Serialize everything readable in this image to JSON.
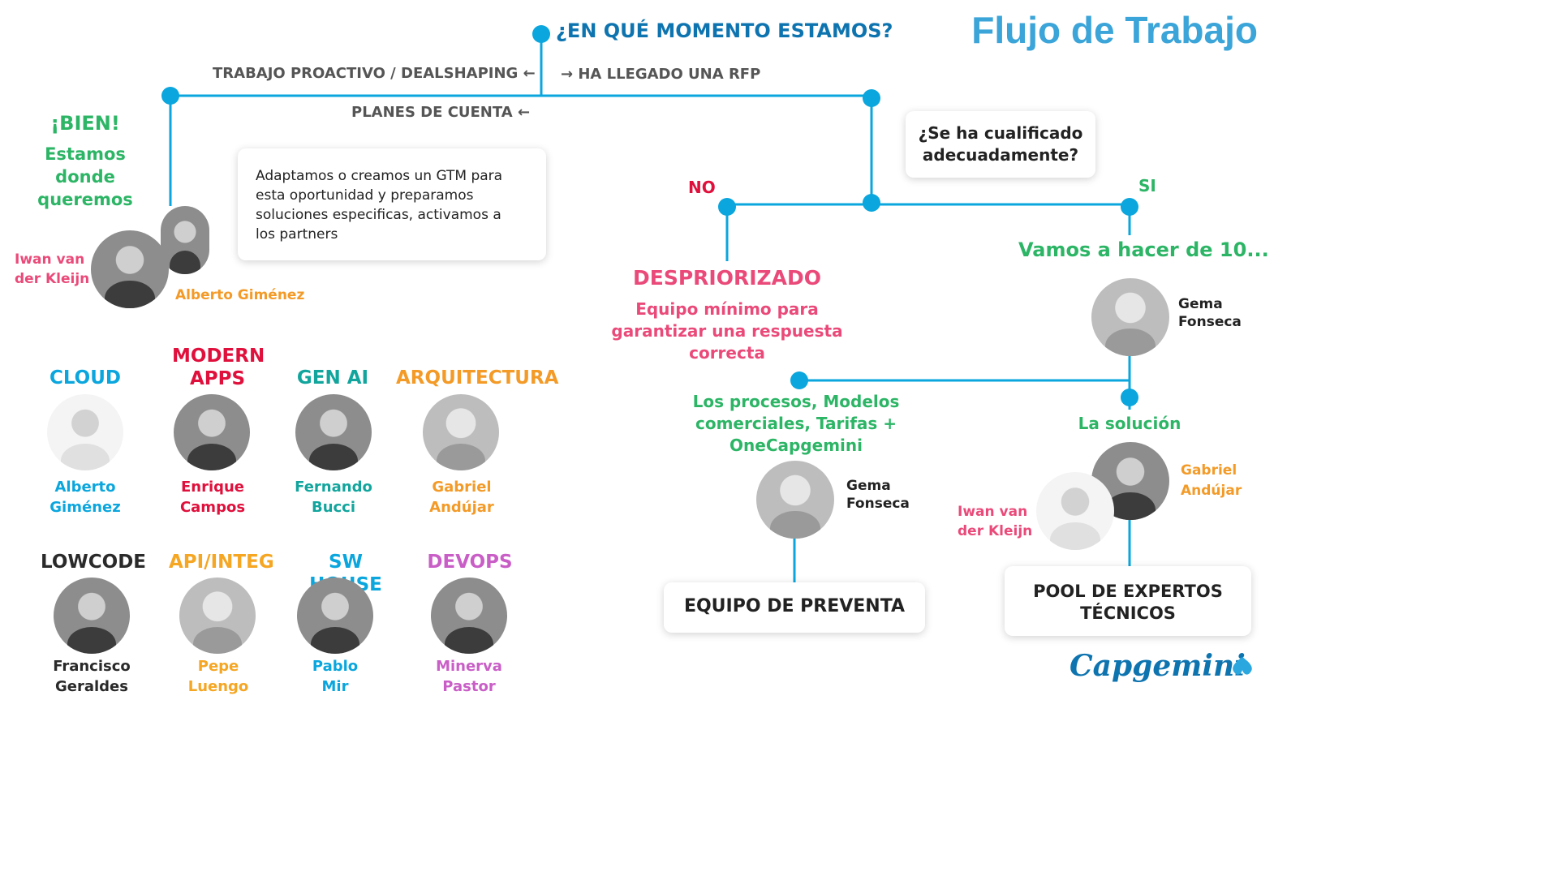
{
  "colors": {
    "blue": "#0aa6dd",
    "dark_blue": "#0e74b0",
    "title_blue": "#3ba4d8",
    "green": "#2db566",
    "pink": "#ea4a79",
    "orange": "#f39a27",
    "red": "#e0103c",
    "teal": "#12a59d",
    "purple": "#c95ec7",
    "gray": "#555555",
    "dark": "#2a2a2a"
  },
  "header": {
    "title": "Flujo de Trabajo",
    "question": "¿EN QUÉ MOMENTO ESTAMOS?"
  },
  "branches": {
    "proactive": "TRABAJO PROACTIVO / DEALSHAPING ←",
    "account_plans": "PLANES DE CUENTA ←",
    "rfp": "→ HA LLEGADO UNA RFP"
  },
  "left": {
    "status": "¡BIEN!",
    "status_sub": "Estamos donde queremos",
    "info_box": "Adaptamos o creamos un GTM para esta oportunidad y preparamos soluciones especificas, activamos a los partners",
    "person_a": "Iwan van der Kleijn",
    "person_b": "Alberto Giménez"
  },
  "right": {
    "qualify_box": "¿Se ha cualificado adecuadamente?",
    "no_label": "NO",
    "si_label": "SI",
    "deprioritized": "DESPRIORIZADO",
    "deprioritized_sub": "Equipo mínimo para garantizar una respuesta correcta",
    "ten": "Vamos a hacer de 10...",
    "gema_top": "Gema Fonseca",
    "process": "Los procesos, Modelos comerciales, Tarifas + OneCapgemini",
    "gema_bottom": "Gema Fonseca",
    "solution": "La solución",
    "gabriel": "Gabriel Andújar",
    "iwan": "Iwan van der Kleijn",
    "presales_box": "EQUIPO DE PREVENTA",
    "experts_box": "POOL DE EXPERTOS TÉCNICOS",
    "logo": "Capgemini"
  },
  "specialists": [
    {
      "area": "CLOUD",
      "name": "Alberto Giménez",
      "color": "#0aa6dd"
    },
    {
      "area": "MODERN APPS",
      "name": "Enrique Campos",
      "color": "#e0103c"
    },
    {
      "area": "GEN AI",
      "name": "Fernando Bucci",
      "color": "#12a59d"
    },
    {
      "area": "ARQUITECTURA",
      "name": "Gabriel Andújar",
      "color": "#f39a27"
    },
    {
      "area": "LOWCODE",
      "name": "Francisco Geraldes",
      "color": "#2a2a2a"
    },
    {
      "area": "API/INTEG",
      "name": "Pepe Luengo",
      "color": "#f5a623"
    },
    {
      "area": "SW HOUSE",
      "name": "Pablo Mir",
      "color": "#0aa6dd"
    },
    {
      "area": "DEVOPS",
      "name": "Minerva Pastor",
      "color": "#c95ec7"
    }
  ]
}
